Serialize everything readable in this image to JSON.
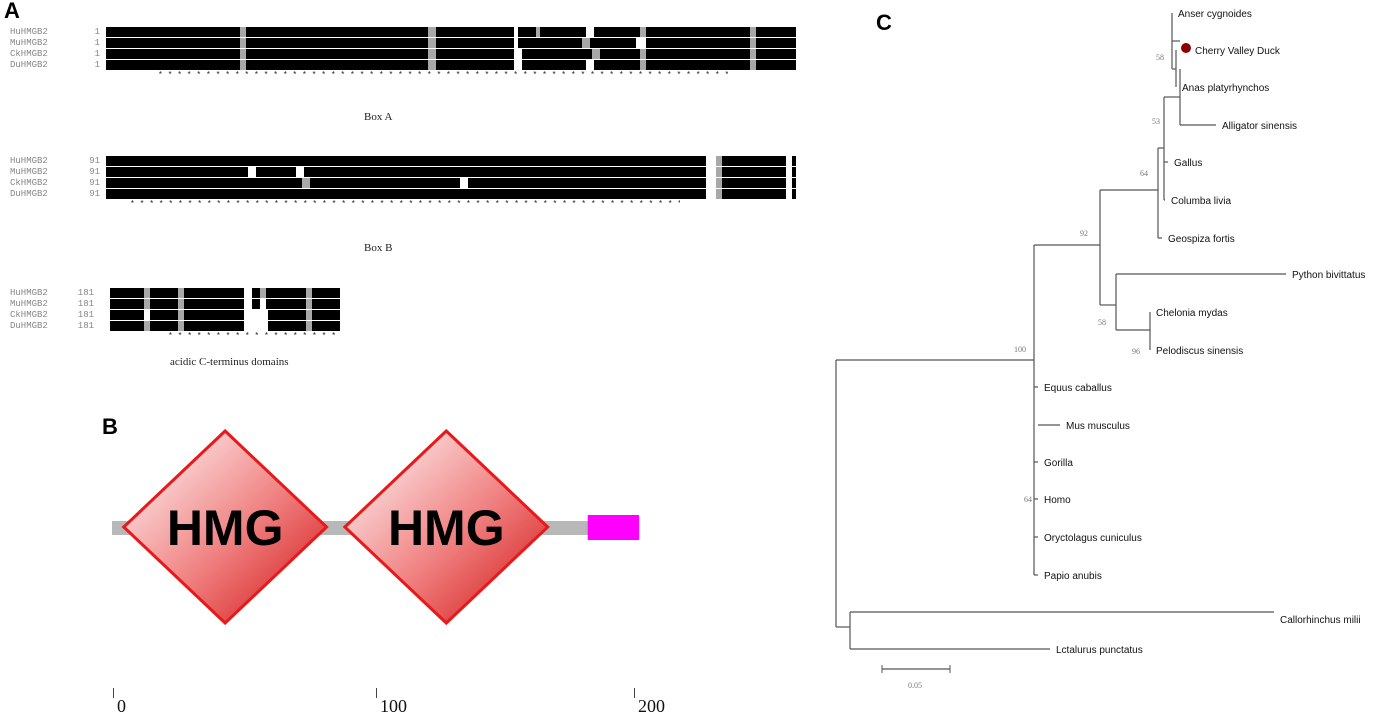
{
  "panels": {
    "a": "A",
    "b": "B",
    "c": "C"
  },
  "alignment": {
    "blocks": [
      {
        "caption": "Box A",
        "rows": [
          {
            "name": "HuHMGB2",
            "pos": "1"
          },
          {
            "name": "MuHMGB2",
            "pos": "1"
          },
          {
            "name": "CkHMGB2",
            "pos": "1"
          },
          {
            "name": "DuHMGB2",
            "pos": "1"
          }
        ]
      },
      {
        "caption": "Box B",
        "rows": [
          {
            "name": "HuHMGB2",
            "pos": "91"
          },
          {
            "name": "MuHMGB2",
            "pos": "91"
          },
          {
            "name": "CkHMGB2",
            "pos": "91"
          },
          {
            "name": "DuHMGB2",
            "pos": "91"
          }
        ]
      },
      {
        "caption": "acidic C-terminus domains",
        "rows": [
          {
            "name": "HuHMGB2",
            "pos": "181"
          },
          {
            "name": "MuHMGB2",
            "pos": "181"
          },
          {
            "name": "CkHMGB2",
            "pos": "181"
          },
          {
            "name": "DuHMGB2",
            "pos": "181"
          }
        ]
      }
    ]
  },
  "domain_map": {
    "domains": [
      {
        "label": "HMG",
        "start": 10,
        "end": 78
      },
      {
        "label": "HMG",
        "start": 96,
        "end": 164
      }
    ],
    "low_complexity": {
      "start": 185,
      "end": 205,
      "color": "#ff00ff"
    },
    "length": 210,
    "axis_ticks": [
      "0",
      "100",
      "200"
    ],
    "domain_color": "#e8191a",
    "backbone_color": "#b8b8b8"
  },
  "tree": {
    "taxa": [
      "Anser cygnoides",
      "Cherry Valley Duck",
      "Anas platyrhynchos",
      "Alligator sinensis",
      "Gallus",
      "Columba livia",
      "Geospiza fortis",
      "Python bivittatus",
      "Chelonia mydas",
      "Pelodiscus sinensis",
      "Equus caballus",
      "Mus musculus",
      "Gorilla",
      "Homo",
      "Oryctolagus cuniculus",
      "Papio anubis",
      "Callorhinchus milii",
      "Lctalurus punctatus"
    ],
    "bootstrap": [
      "58",
      "53",
      "64",
      "92",
      "58",
      "96",
      "100",
      "64"
    ],
    "scale_label": "0.05",
    "highlight_color": "#8b0000"
  }
}
